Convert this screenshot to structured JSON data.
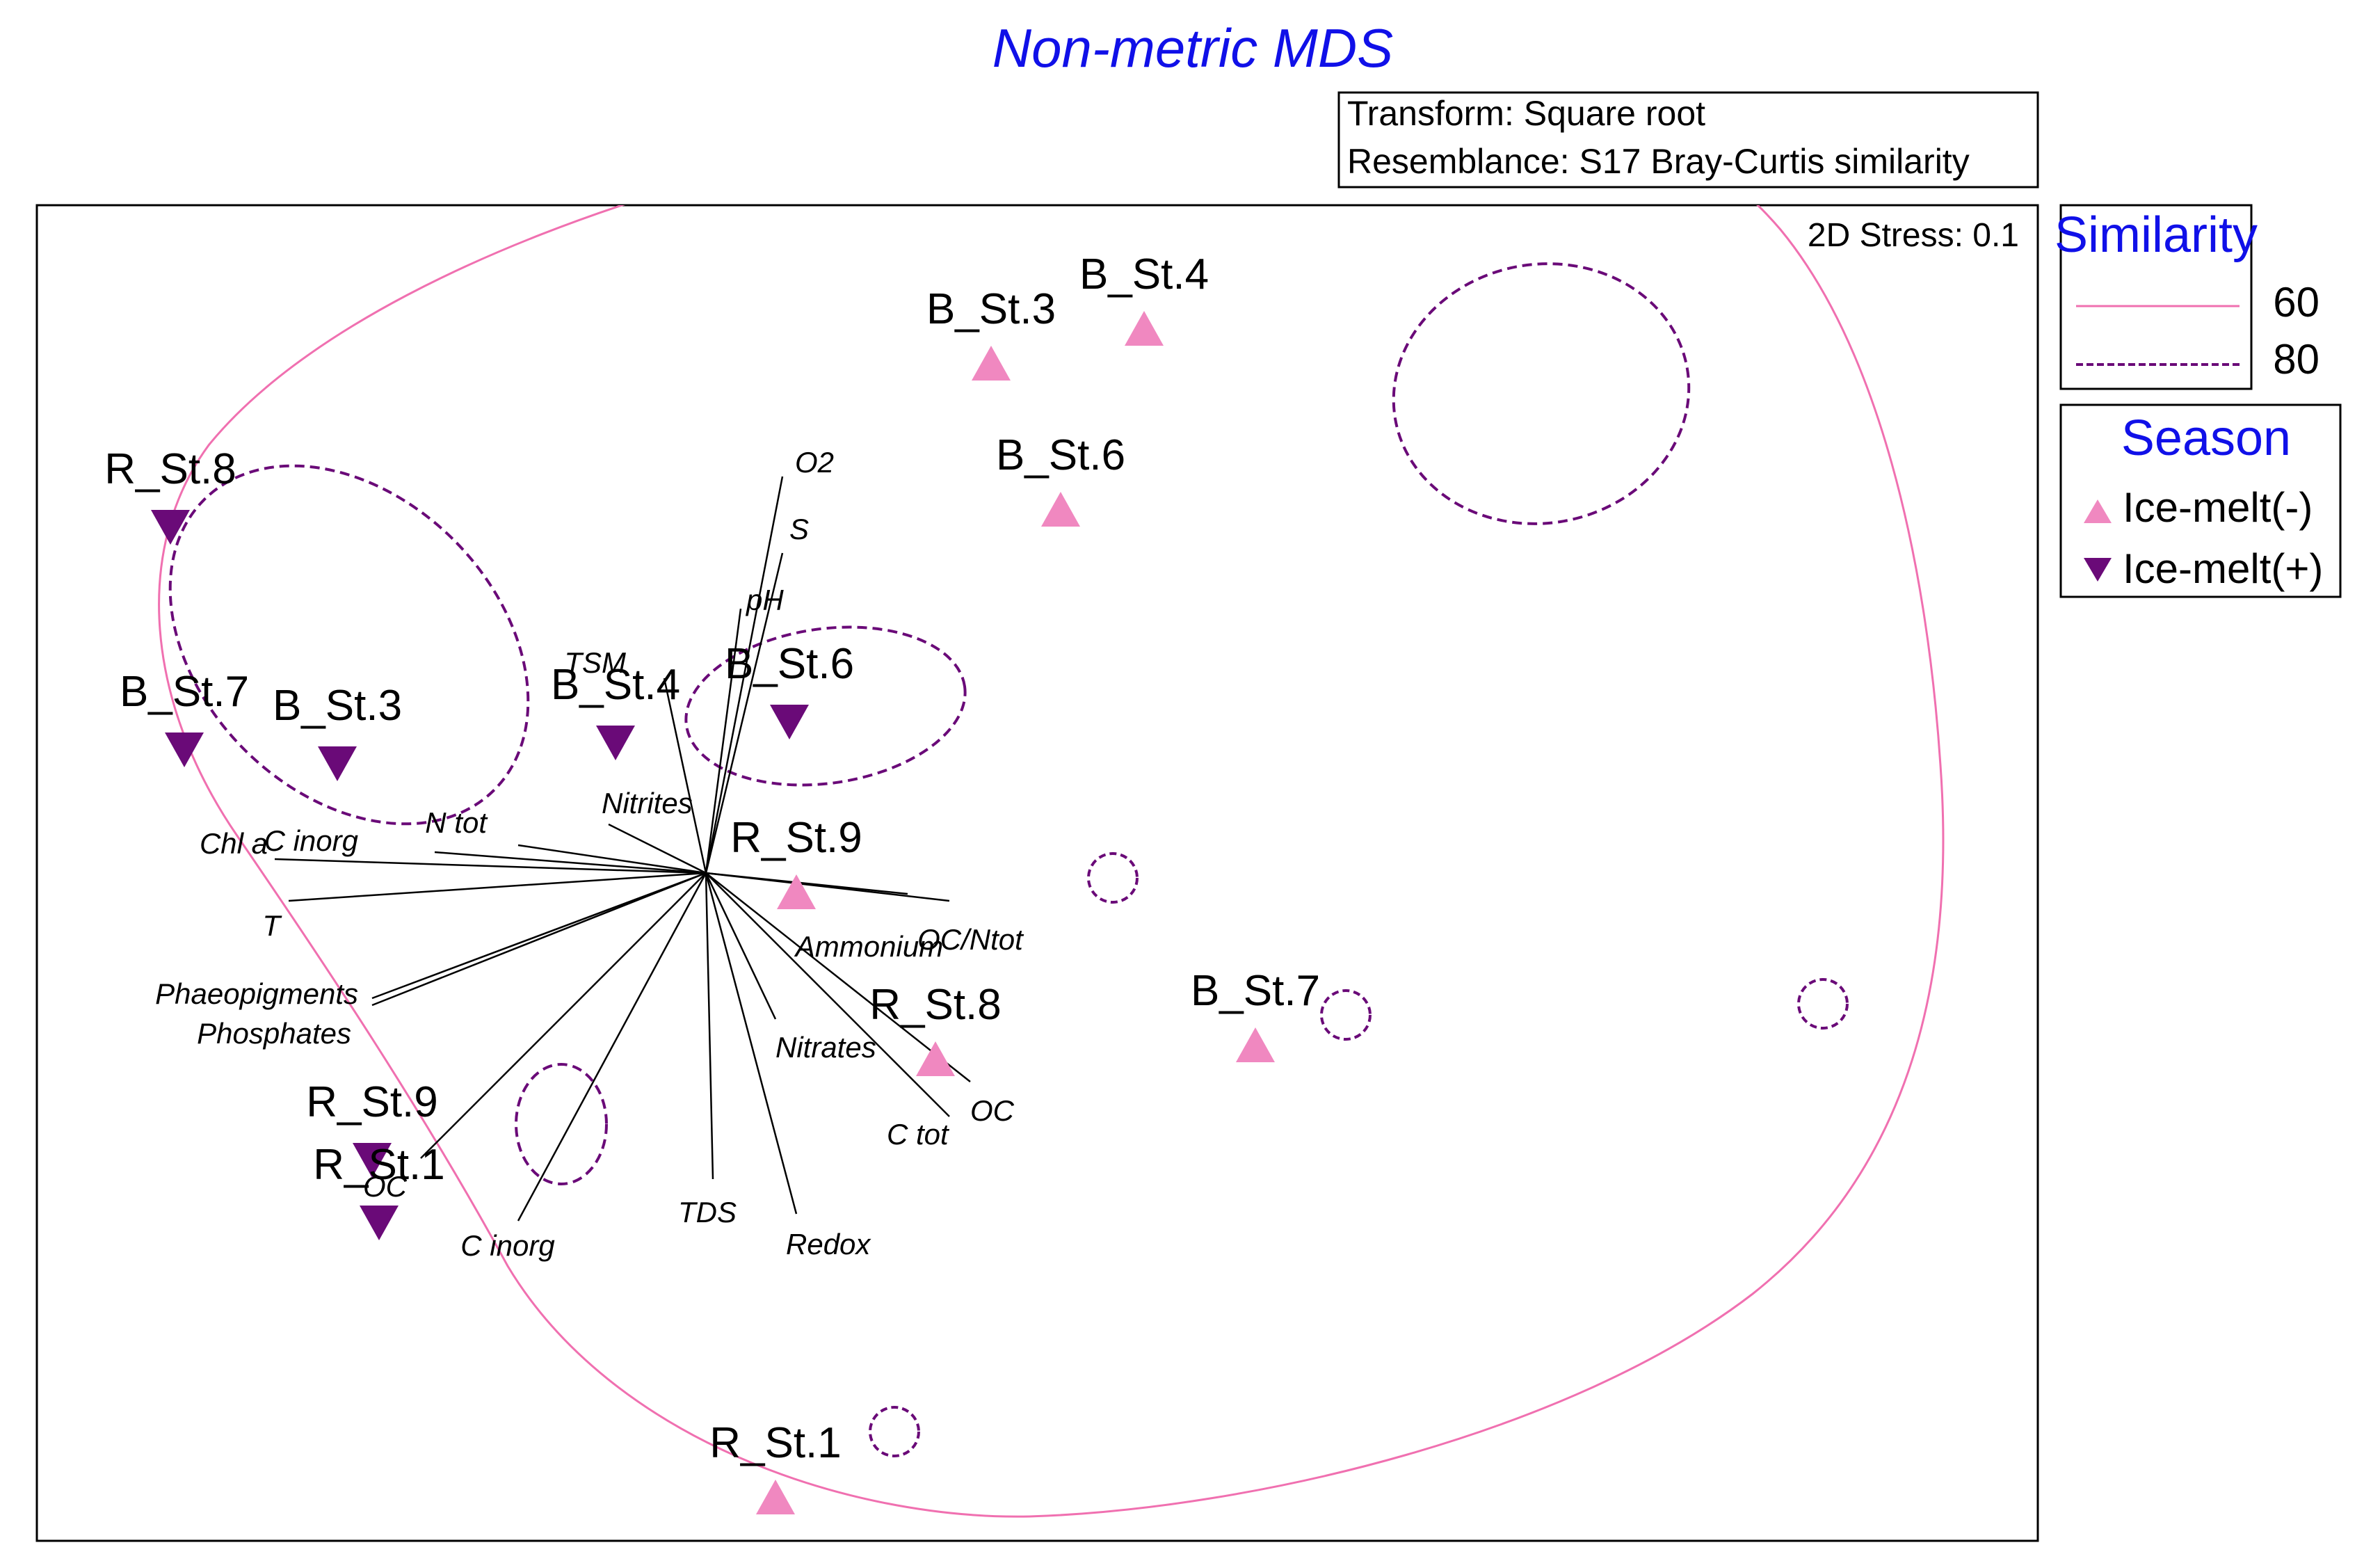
{
  "chart_data": {
    "type": "scatter",
    "title": "Non-metric MDS",
    "transform_text": "Transform: Square root",
    "resemblance_text": "Resemblance: S17 Bray-Curtis similarity",
    "stress_text": "2D Stress: 0.1",
    "xlim": [
      -1.0,
      1.0
    ],
    "ylim": [
      -1.0,
      1.0
    ],
    "grid": false,
    "axes_ticks": false,
    "legend_position": "right",
    "colors": {
      "ice_melt_minus": "#f088c0",
      "ice_melt_plus": "#6a0a78",
      "similarity_60": "#f070b0",
      "similarity_80": "#6a0a78",
      "vectors": "#000000",
      "title": "#1010e8"
    },
    "series": [
      {
        "name": "Ice-melt(-)",
        "marker": "triangle-up",
        "points": [
          {
            "label": "B_St.3",
            "x": 0.41,
            "y": 0.73
          },
          {
            "label": "B_St.4",
            "x": 0.63,
            "y": 0.78
          },
          {
            "label": "B_St.6",
            "x": 0.51,
            "y": 0.52
          },
          {
            "label": "R_St.9",
            "x": 0.13,
            "y": -0.03
          },
          {
            "label": "R_St.8",
            "x": 0.33,
            "y": -0.27
          },
          {
            "label": "B_St.7",
            "x": 0.79,
            "y": -0.25
          },
          {
            "label": "R_St.1",
            "x": 0.1,
            "y": -0.9
          }
        ]
      },
      {
        "name": "Ice-melt(+)",
        "marker": "triangle-down",
        "points": [
          {
            "label": "R_St.8",
            "x": -0.77,
            "y": 0.5
          },
          {
            "label": "B_St.7",
            "x": -0.75,
            "y": 0.18
          },
          {
            "label": "B_St.3",
            "x": -0.53,
            "y": 0.16
          },
          {
            "label": "B_St.4",
            "x": -0.13,
            "y": 0.19
          },
          {
            "label": "B_St.6",
            "x": 0.12,
            "y": 0.22
          },
          {
            "label": "R_St.9",
            "x": -0.48,
            "y": -0.41
          },
          {
            "label": "R_St.1",
            "x": -0.47,
            "y": -0.5
          }
        ]
      }
    ],
    "vectors": [
      {
        "label": "O2",
        "x": 0.11,
        "y": 0.57
      },
      {
        "label": "S",
        "x": 0.11,
        "y": 0.46
      },
      {
        "label": "pH",
        "x": 0.05,
        "y": 0.38
      },
      {
        "label": "TSM",
        "x": -0.06,
        "y": 0.28
      },
      {
        "label": "Nitrites",
        "x": -0.14,
        "y": 0.07
      },
      {
        "label": "N tot",
        "x": -0.27,
        "y": 0.04
      },
      {
        "label": "C inorg",
        "x": -0.39,
        "y": 0.03
      },
      {
        "label": "Chl  a",
        "x": -0.62,
        "y": 0.02
      },
      {
        "label": "T",
        "x": -0.6,
        "y": -0.04
      },
      {
        "label": "Phaeopigments",
        "x": -0.48,
        "y": -0.18
      },
      {
        "label": "Phosphates",
        "x": -0.48,
        "y": -0.19
      },
      {
        "label": "OC",
        "x": -0.41,
        "y": -0.41
      },
      {
        "label": "C inorg",
        "x": -0.27,
        "y": -0.5
      },
      {
        "label": "TDS",
        "x": 0.01,
        "y": -0.44
      },
      {
        "label": "Redox",
        "x": 0.13,
        "y": -0.49
      },
      {
        "label": "Nitrates",
        "x": 0.1,
        "y": -0.21
      },
      {
        "label": "C tot",
        "x": 0.35,
        "y": -0.35
      },
      {
        "label": "OC",
        "x": 0.38,
        "y": -0.3
      },
      {
        "label": "Ammonium",
        "x": 0.29,
        "y": -0.03
      },
      {
        "label": "OC/Ntot",
        "x": 0.35,
        "y": -0.04
      }
    ],
    "legend": {
      "similarity_title": "Similarity",
      "similarity_items": [
        {
          "label": "60",
          "style": "solid"
        },
        {
          "label": "80",
          "style": "dashed"
        }
      ],
      "season_title": "Season",
      "season_items": [
        {
          "label": "Ice-melt(-)",
          "marker": "triangle-up"
        },
        {
          "label": "Ice-melt(+)",
          "marker": "triangle-down"
        }
      ]
    }
  }
}
